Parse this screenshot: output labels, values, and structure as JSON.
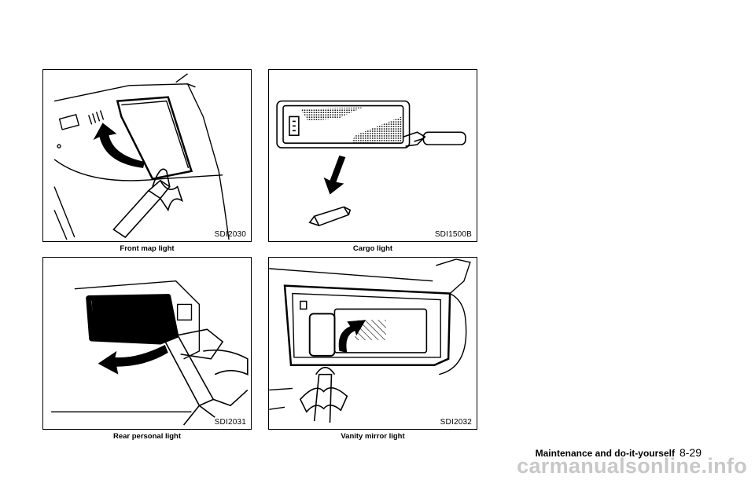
{
  "figures": [
    {
      "code": "SDI2030",
      "caption": "Front map light"
    },
    {
      "code": "SDI1500B",
      "caption": "Cargo light"
    },
    {
      "code": "SDI2031",
      "caption": "Rear personal light"
    },
    {
      "code": "SDI2032",
      "caption": "Vanity mirror light"
    }
  ],
  "footer": {
    "section": "Maintenance and do-it-yourself",
    "page": "8-29"
  },
  "watermark": "carmanualsonline.info"
}
